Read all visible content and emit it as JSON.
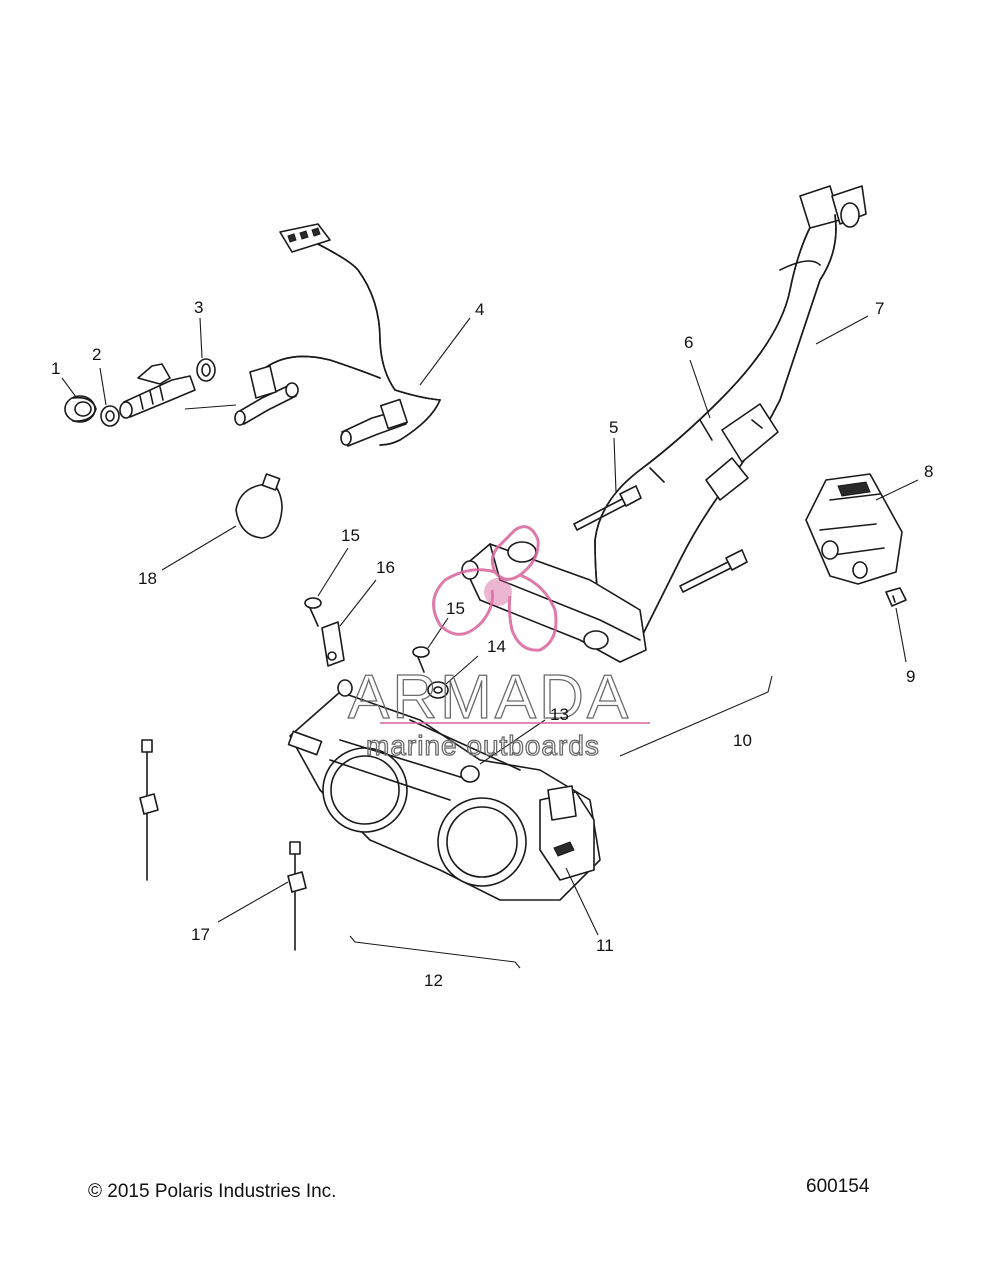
{
  "diagram": {
    "callouts": [
      "1",
      "2",
      "3",
      "4",
      "5",
      "6",
      "7",
      "8",
      "9",
      "10",
      "11",
      "12",
      "13",
      "14",
      "15",
      "15",
      "16",
      "17",
      "18"
    ]
  },
  "watermark": {
    "brand": "ARMADA",
    "tagline": "marine outboards",
    "logo_color": "#d9639b"
  },
  "footer": {
    "copyright": "© 2015 Polaris Industries Inc.",
    "figure_number": "600154"
  }
}
